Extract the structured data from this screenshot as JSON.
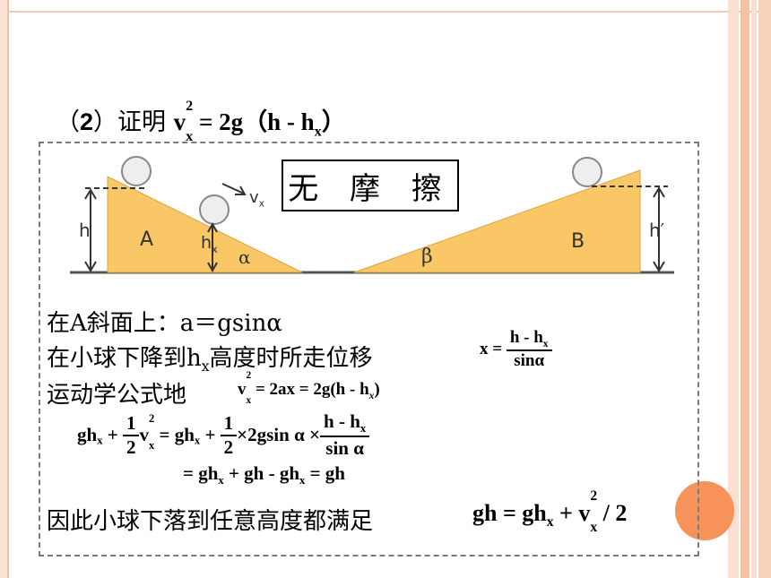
{
  "heading": {
    "prefix": "（",
    "num": "2",
    "suffix": "）证明",
    "formula_v": "v",
    "formula_sup": "2",
    "formula_sub": "x",
    "formula_rest": " = 2g（h - h",
    "formula_sub2": "x",
    "formula_end": "）"
  },
  "diagram": {
    "label": "无 摩 擦",
    "slope_a": "A",
    "slope_b": "B",
    "h": "h",
    "hx": "h",
    "hx_sub": "x",
    "hprime": "h′",
    "alpha": "α",
    "beta": "β",
    "vx": "v",
    "vx_sub": "x",
    "colors": {
      "slope": "#f9c766",
      "ball": "#eeeeee",
      "ground": "#555555"
    }
  },
  "lines": {
    "l1": "在A斜面上：a＝gsinα",
    "l2_a": "在小球下降到h",
    "l2_sub": "x",
    "l2_b": "高度时所走位移",
    "l3": "运动学公式地",
    "l5": "因此小球下落到任意高度都满足"
  },
  "eqs": {
    "x_lhs": "x = ",
    "x_num": "h - h",
    "x_num_sub": "x",
    "x_den": "sinα",
    "v_eq_a": "v",
    "v_eq_b": " = 2ax = 2g(h - h",
    "v_eq_c": ")",
    "g1": "gh",
    "g1_plus": " + ",
    "half_num": "1",
    "half_den": "2",
    "g_v": "v",
    "g_mid": " = gh",
    "g_mid2": " + ",
    "g_mid3": "×2gsin α ×",
    "g_frac_num": "h - h",
    "g_frac_den": "sin α",
    "g_line2": "= gh",
    "g_line2b": " + gh - gh",
    "g_line2c": " = gh",
    "final_a": "gh = gh",
    "final_b": " + v",
    "final_c": " / 2"
  }
}
